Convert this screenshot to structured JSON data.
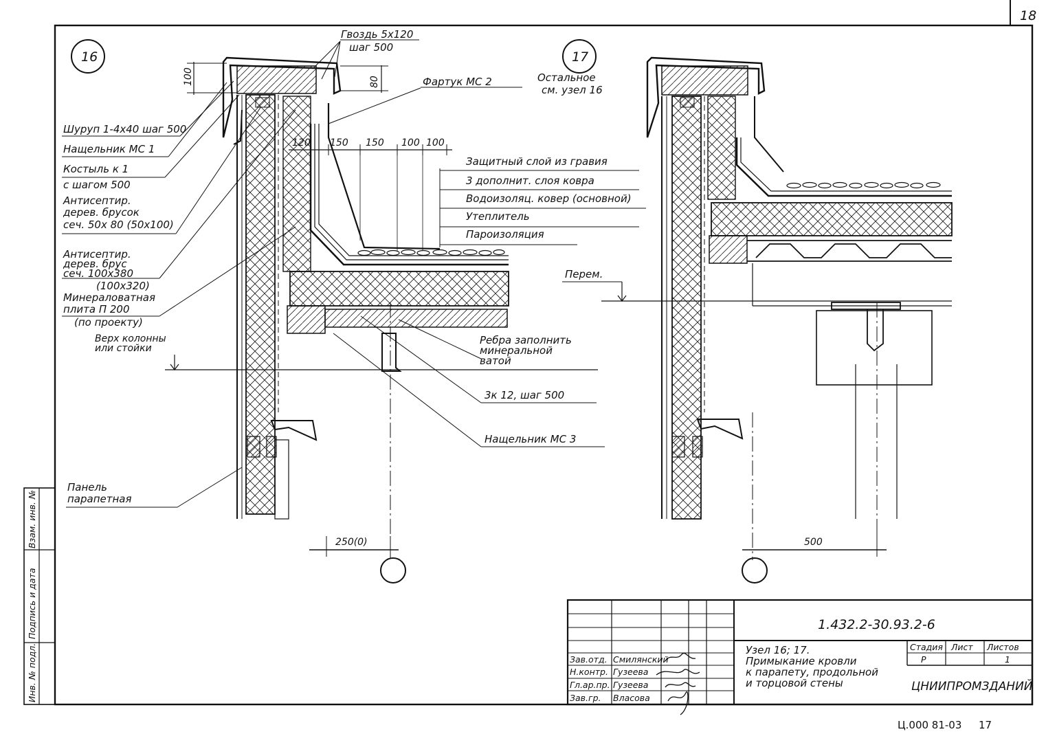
{
  "sheet": {
    "sheet_corner_number": "18",
    "bottom_code": "Ц.000 81-03",
    "bottom_page": "17"
  },
  "node16": {
    "number": "16",
    "labels": {
      "nail": "Гвоздь 5х120",
      "nail_step": "шаг 500",
      "apron": "Фартук МС 2",
      "screw": "Шуруп 1-4х40 шаг 500",
      "batten1": "Нащельник МС 1",
      "crutch": "Костыль   к 1",
      "crutch_step": "с шагом 500",
      "bar1_l1": "Антисептир.",
      "bar1_l2": "дерев. брусок",
      "bar1_l3": "сеч. 50х 80 (50х100)",
      "bar2_l1": "Антисептир.",
      "bar2_l2": "дерев. брус",
      "bar2_l3": "сеч. 100х380",
      "bar2_l4": "(100х320)",
      "mineral_l1": "Минераловатная",
      "mineral_l2": "плита П 200",
      "mineral_l3": "(по проекту)",
      "column_l1": "Верх колонны",
      "column_l2": "или стойки",
      "ribs_l1": "Ребра заполнить",
      "ribs_l2": "минеральной",
      "ribs_l3": "ватой",
      "step3": "3к 12, шаг 500",
      "batten3": "Нащельник МС 3",
      "panel_l1": "Панель",
      "panel_l2": "парапетная"
    },
    "layers": [
      "Защитный слой из гравия",
      "3 дополнит. слоя ковра",
      "Водоизоляц. ковер (основной)",
      "Утеплитель",
      "Пароизоляция"
    ],
    "dims": {
      "d100": "100",
      "d80": "80",
      "d120": "120",
      "d150a": "150",
      "d150b": "150",
      "d100b": "100",
      "d100c": "100",
      "d250": "250(0)"
    }
  },
  "node17": {
    "number": "17",
    "note_l1": "Остальное",
    "note_l2": "см. узел 16",
    "perem": "Перем.",
    "dim500": "500"
  },
  "titleblock": {
    "code": "1.432.2-30.93.2-6",
    "desc_l1": "Узел 16; 17.",
    "desc_l2": "Примыкание кровли",
    "desc_l3": "к парапету, продольной",
    "desc_l4": "и торцовой стены",
    "stage_h": "Стадия",
    "sheet_h": "Лист",
    "sheets_h": "Листов",
    "stage_v": "Р",
    "sheets_v": "1",
    "org": "ЦНИИПРОМЗДАНИЙ",
    "roles": [
      "Зав.отд.",
      "Н.контр.",
      "Гл.ар.пр.",
      "Зав.гр."
    ],
    "names": [
      "Смилянский",
      "Гузеева",
      "Гузеева",
      "Власова"
    ]
  },
  "side_strip": {
    "cell1": "Взам. инв. №",
    "cell2": "Подпись и дата",
    "cell3": "Инв. № подл."
  }
}
